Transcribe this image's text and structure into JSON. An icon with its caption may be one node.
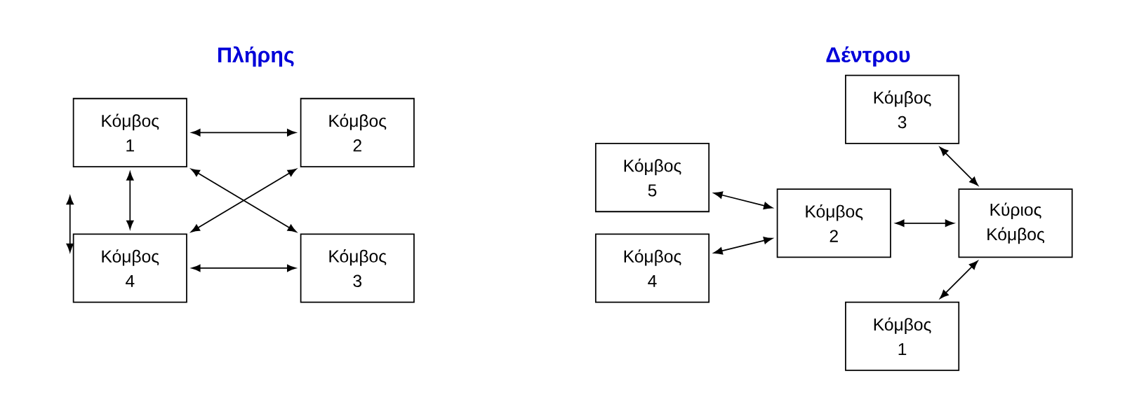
{
  "diagram": {
    "nodes": [
      {
        "text": [
          "Κόμβος 1"
        ]
      },
      {
        "text": [
          "Κόμβος 2"
        ]
      },
      {
        "text": [
          "Κόμβος 4"
        ]
      },
      {
        "text": [
          "Κόμβος 3"
        ]
      },
      {
        "text": [
          "Κόμβος 3"
        ]
      },
      {
        "text": [
          "Κόμβος 5"
        ]
      },
      {
        "text": [
          "Κόμβος 2"
        ]
      },
      {
        "text": [
          "Κύριος Κόμβος"
        ]
      },
      {
        "text": [
          "Κόμβος 4"
        ]
      },
      {
        "text": [
          "Κόμβος 1"
        ]
      }
    ],
    "edges": [
      {
        "from": 0,
        "to": 1,
        "arrow": "both"
      },
      {
        "from": 0,
        "to": 2,
        "arrow": "both"
      },
      {
        "from": 0,
        "to": 3,
        "arrow": "both"
      },
      {
        "from": 1,
        "to": 2,
        "arrow": "both"
      },
      {
        "from": 2,
        "to": 3,
        "arrow": "both"
      },
      {
        "from": null,
        "to": 2,
        "arrow": "both"
      },
      {
        "from": 4,
        "to": 7,
        "arrow": "both"
      },
      {
        "from": 5,
        "to": 6,
        "arrow": "both"
      },
      {
        "from": 8,
        "to": 6,
        "arrow": "both"
      },
      {
        "from": 6,
        "to": 7,
        "arrow": "both"
      },
      {
        "from": 7,
        "to": 9,
        "arrow": "both"
      }
    ],
    "labels": [
      "Πλήρης",
      "Δέντρου"
    ]
  }
}
